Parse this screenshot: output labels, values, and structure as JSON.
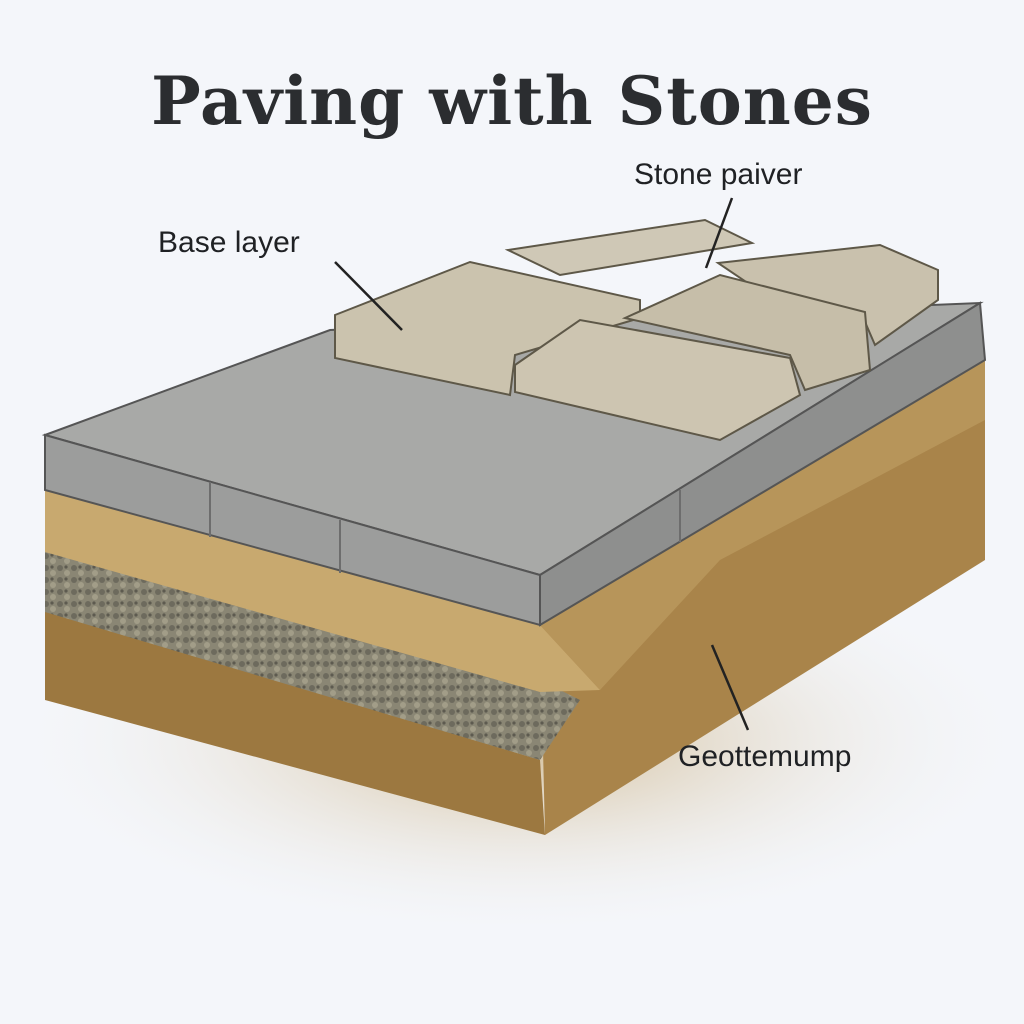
{
  "title": "Paving with Stones",
  "labels": {
    "stone_paver": "Stone paiver",
    "base_layer": "Base layer",
    "geotextile": "Geottemump"
  },
  "colors": {
    "background": "#f4f6fa",
    "slab": "#a9aaa8",
    "paver": "#cdc5b2",
    "sand": "#c9aa72",
    "gravel": "#7e7a6c",
    "soil": "#a07b42"
  }
}
